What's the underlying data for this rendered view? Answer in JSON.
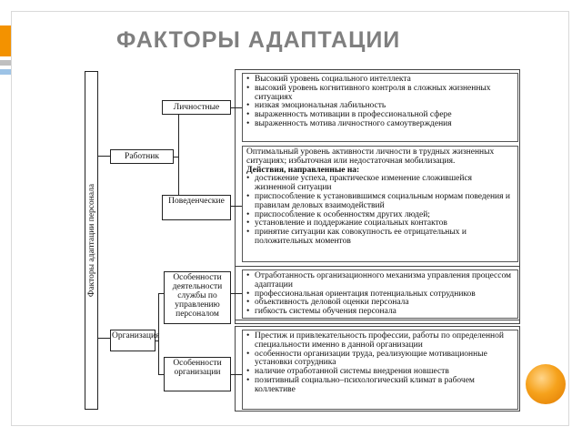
{
  "title": "ФАКТОРЫ АДАПТАЦИИ",
  "colors": {
    "title": "#7f7f7f",
    "accent_orange": "#f39200",
    "accent_blue": "#9dc3e6",
    "accent_gray": "#bfbfbf"
  },
  "diagram": {
    "root": "Факторы адаптации персонала",
    "worker": {
      "label": "Работник",
      "personal": {
        "label": "Личностные",
        "items": [
          "Высокий уровень социального интеллекта",
          "высокий уровень когнитивного контроля в сложных жизненных ситуациях",
          "низкая эмоциональная лабильность",
          "выраженность мотивации в профессиональной сфере",
          "выраженность мотива личностного самоутверждения"
        ]
      },
      "behavioral": {
        "label": "Поведенческие",
        "lines": [
          "Оптимальный уровень активности личности в трудных жизненных ситуациях; избыточная или недостаточная мобилизация.",
          "Действия, направленные на:"
        ],
        "items": [
          "достижение успеха, практическое изменение сложившейся жизненной ситуации",
          "приспособление к установившимся социальным нормам поведения и правилам деловых взаимодействий",
          "приспособление к особенностям других людей;",
          "установление и поддержание социальных контактов",
          "принятие ситуации как совокупность ее отрицательных и положительных моментов"
        ]
      }
    },
    "organization": {
      "label": "Организация",
      "personnel_mgmt": {
        "label": "Особенности деятельности службы по управлению персоналом",
        "items": [
          "Отработанность организационного механизма управления процессом адаптации",
          "профессиональная ориентация потенциальных сотрудников",
          "объективность деловой оценки персонала",
          "гибкость системы обучения персонала"
        ]
      },
      "org_features": {
        "label": "Особенности организации",
        "items": [
          "Престиж и привлекательность профессии, работы по определенной специальности именно в данной организации",
          "особенности организации труда, реализующие мотивационные установки сотрудника",
          "наличие отработанной системы внедрения новшеств",
          "позитивный социально–психологический климат в рабочем коллективе"
        ]
      }
    }
  }
}
